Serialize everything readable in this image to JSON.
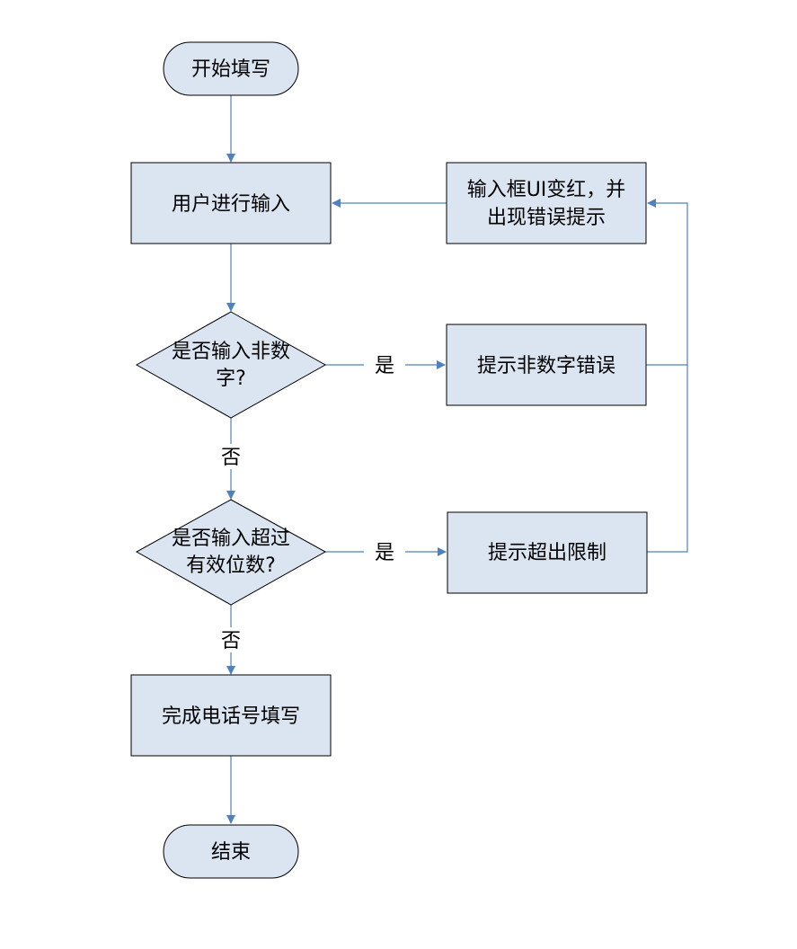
{
  "nodes": {
    "start": {
      "label": "开始填写"
    },
    "input": {
      "label": "用户进行输入"
    },
    "check_nonnumeric": {
      "line1": "是否输入非数",
      "line2": "字?"
    },
    "nonnumeric_error": {
      "label": "提示非数字错误"
    },
    "ui_red": {
      "line1": "输入框UI变红，并",
      "line2": "出现错误提示"
    },
    "check_length": {
      "line1": "是否输入超过",
      "line2": "有效位数?"
    },
    "over_limit": {
      "label": "提示超出限制"
    },
    "complete": {
      "label": "完成电话号填写"
    },
    "end": {
      "label": "结束"
    }
  },
  "edge_labels": {
    "yes_1": "是",
    "no_1": "否",
    "yes_2": "是",
    "no_2": "否"
  },
  "colors": {
    "fill": "#dbe5f1",
    "stroke": "#000000",
    "connector": "#4f81bd"
  }
}
